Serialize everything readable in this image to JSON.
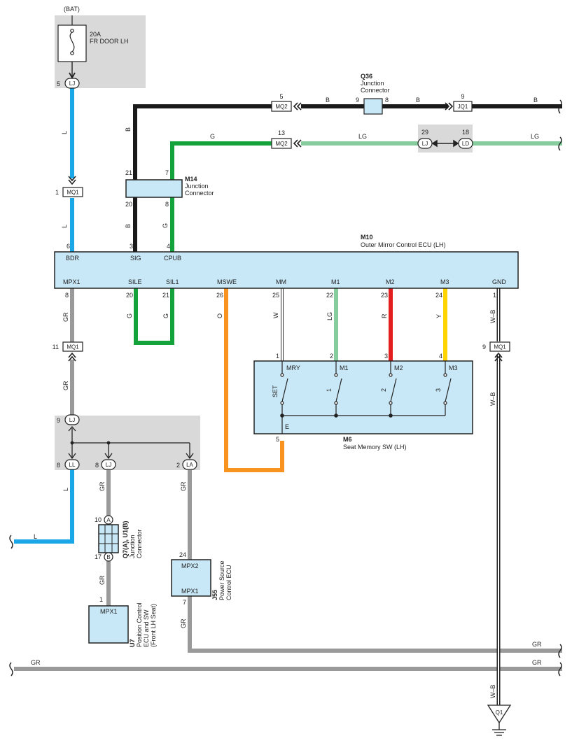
{
  "colors": {
    "L": "#1aa7e8",
    "B": "#1a1a1a",
    "G": "#14a33a",
    "LG": "#86cc9c",
    "GR": "#9a9a9a",
    "O": "#f7931e",
    "W": "#ffffff",
    "R": "#e41e1e",
    "Y": "#ffd400",
    "ecu_fill": "#c9e8f7",
    "shade": "#d9d9d9"
  },
  "battery": {
    "label": "(BAT)",
    "fuse_rating": "20A",
    "fuse_name": "FR DOOR LH"
  },
  "connectors": {
    "lj_top": {
      "name": "LJ",
      "pin": "5"
    },
    "mq1_top": {
      "name": "MQ1",
      "pin": "1"
    },
    "mq2_b": {
      "name": "MQ2",
      "pin": "5"
    },
    "mq2_g": {
      "name": "MQ2",
      "pin": "13"
    },
    "jq1": {
      "name": "JQ1",
      "pin": "9"
    },
    "lj_mid": {
      "name": "LJ",
      "pin": "29"
    },
    "ld": {
      "name": "LD",
      "pin": "18"
    },
    "mq1_left": {
      "name": "MQ1",
      "pin": "11"
    },
    "mq1_right": {
      "name": "MQ1",
      "pin": "9"
    },
    "lj_j": {
      "name": "LJ",
      "pin": "9"
    },
    "ll": {
      "name": "LL",
      "pin": "8"
    },
    "lj_bot": {
      "name": "LJ",
      "pin": "8"
    },
    "la": {
      "name": "LA",
      "pin": "2"
    },
    "q1": {
      "name": "Q1"
    }
  },
  "q36": {
    "id": "Q36",
    "name1": "Junction",
    "name2": "Connector",
    "pin_left": "9",
    "pin_right": "8"
  },
  "m14": {
    "id": "M14",
    "name1": "Junction",
    "name2": "Connector",
    "pin_tl": "21",
    "pin_tr": "7",
    "pin_bl": "20",
    "pin_br": "8"
  },
  "m10": {
    "id": "M10",
    "name": "Outer Mirror Control ECU (LH)",
    "top_pins": [
      {
        "num": "6",
        "label": "BDR"
      },
      {
        "num": "3",
        "label": "SIG"
      },
      {
        "num": "4",
        "label": "CPUB"
      }
    ],
    "bottom_pins": [
      {
        "num": "8",
        "label": "MPX1"
      },
      {
        "num": "20",
        "label": "SILE"
      },
      {
        "num": "21",
        "label": "SIL1"
      },
      {
        "num": "26",
        "label": "MSWE"
      },
      {
        "num": "25",
        "label": "MM"
      },
      {
        "num": "22",
        "label": "M1"
      },
      {
        "num": "23",
        "label": "M2"
      },
      {
        "num": "24",
        "label": "M3"
      },
      {
        "num": "1",
        "label": "GND"
      }
    ]
  },
  "m6": {
    "id": "M6",
    "name": "Seat Memory SW (LH)",
    "top_pins": [
      {
        "num": "1",
        "label": "MRY"
      },
      {
        "num": "2",
        "label": "M1"
      },
      {
        "num": "3",
        "label": "M2"
      },
      {
        "num": "4",
        "label": "M3"
      }
    ],
    "switch_labels": [
      "SET",
      "1",
      "2",
      "3"
    ],
    "ground_label": "E",
    "ground_pin": "5"
  },
  "q7": {
    "id": "Q7(A), U1(B)",
    "name1": "Junction",
    "name2": "Connector",
    "pin_a": "10",
    "tag_a": "A",
    "pin_b": "17",
    "tag_b": "B"
  },
  "u7": {
    "id": "U7",
    "line1": "Position Control",
    "line2": "ECU and SW",
    "line3": "(Front LH Seat)",
    "pin": "1",
    "terminal": "MPX1"
  },
  "j55": {
    "id": "J55",
    "line1": "Power Source",
    "line2": "Control ECU",
    "pin_top": "24",
    "term_top": "MPX2",
    "pin_bot": "7",
    "term_bot": "MPX1"
  },
  "wire_labels": {
    "l_top": "L",
    "l_mid": "L",
    "l_ll": "L",
    "l_exit": "L",
    "b_drop": "B",
    "b_m14": "B",
    "b_mid": "B",
    "b_right": "B",
    "b_far": "B",
    "g_top": "G",
    "g_m14": "G",
    "g_sile": "G",
    "g_sil1": "G",
    "lg_mid": "LG",
    "lg_right": "LG",
    "gr_mpx1": "GR",
    "gr_mq1": "GR",
    "gr_lj": "GR",
    "gr_la": "GR",
    "gr_q7": "GR",
    "gr_j55": "GR",
    "gr_bus_r": "GR",
    "gr_bus_l": "GR",
    "gr_bus_r2": "GR",
    "o": "O",
    "w": "W",
    "lg_m1": "LG",
    "r": "R",
    "y": "Y",
    "wb_top": "W–B",
    "wb_mid": "W–B",
    "wb_bot": "W–B"
  }
}
